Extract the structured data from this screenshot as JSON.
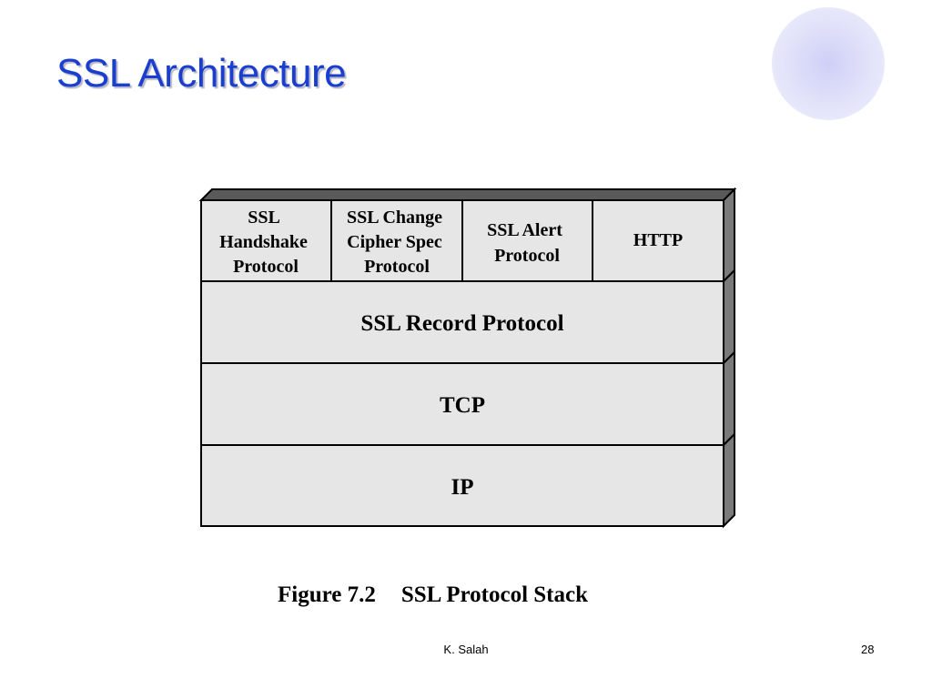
{
  "slide": {
    "title": "SSL Architecture",
    "footer_author": "K. Salah",
    "page_number": "28"
  },
  "diagram": {
    "top_row": [
      {
        "lines": [
          "SSL",
          "Handshake",
          "Protocol"
        ]
      },
      {
        "lines": [
          "SSL Change",
          "Cipher Spec",
          "Protocol"
        ]
      },
      {
        "lines": [
          "SSL Alert",
          "Protocol"
        ]
      },
      {
        "lines": [
          "HTTP"
        ]
      }
    ],
    "layers": [
      "SSL Record Protocol",
      "TCP",
      "IP"
    ],
    "caption_figure": "Figure 7.2",
    "caption_text": "SSL Protocol Stack",
    "colors": {
      "box_fill": "#e6e6e6",
      "side_fill": "#7a7a7a",
      "top_fill": "#5a5a5a",
      "stroke": "#000000"
    }
  }
}
